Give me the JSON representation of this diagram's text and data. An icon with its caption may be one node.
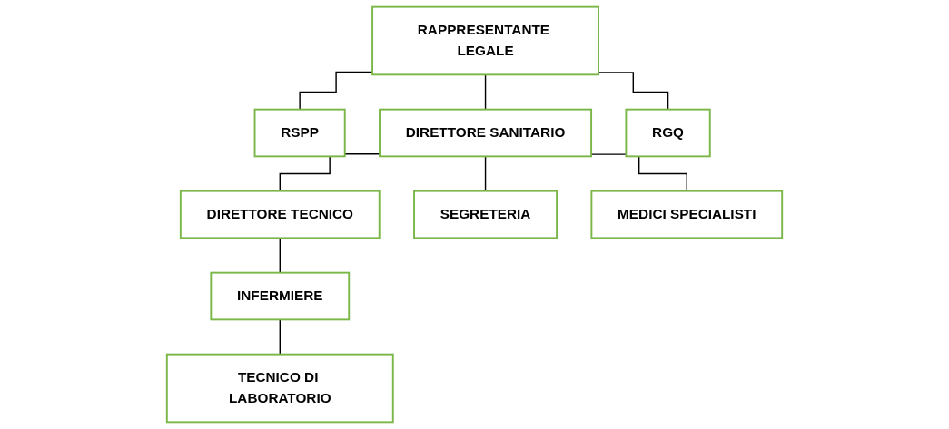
{
  "diagram": {
    "nodes": [
      {
        "text": [
          "RAPPRESENTANTE LEGALE"
        ]
      },
      {
        "text": [
          "RSPP"
        ]
      },
      {
        "text": [
          "DIRETTORE SANITARIO"
        ]
      },
      {
        "text": [
          "RGQ"
        ]
      },
      {
        "text": [
          "DIRETTORE TECNICO"
        ]
      },
      {
        "text": [
          "SEGRETERIA"
        ]
      },
      {
        "text": [
          "MEDICI SPECIALISTI"
        ]
      },
      {
        "text": [
          "INFERMIERE"
        ]
      },
      {
        "text": [
          "TECNICO DI LABORATORIO"
        ]
      }
    ],
    "edges": [
      {
        "from": 0,
        "to": 1,
        "arrow": "none"
      },
      {
        "from": 0,
        "to": 2,
        "arrow": "none"
      },
      {
        "from": 0,
        "to": 3,
        "arrow": "none"
      },
      {
        "from": 2,
        "to": 4,
        "arrow": "none"
      },
      {
        "from": 2,
        "to": 5,
        "arrow": "none"
      },
      {
        "from": 2,
        "to": 6,
        "arrow": "none"
      },
      {
        "from": 4,
        "to": 7,
        "arrow": "none"
      },
      {
        "from": 7,
        "to": 8,
        "arrow": "none"
      }
    ]
  }
}
